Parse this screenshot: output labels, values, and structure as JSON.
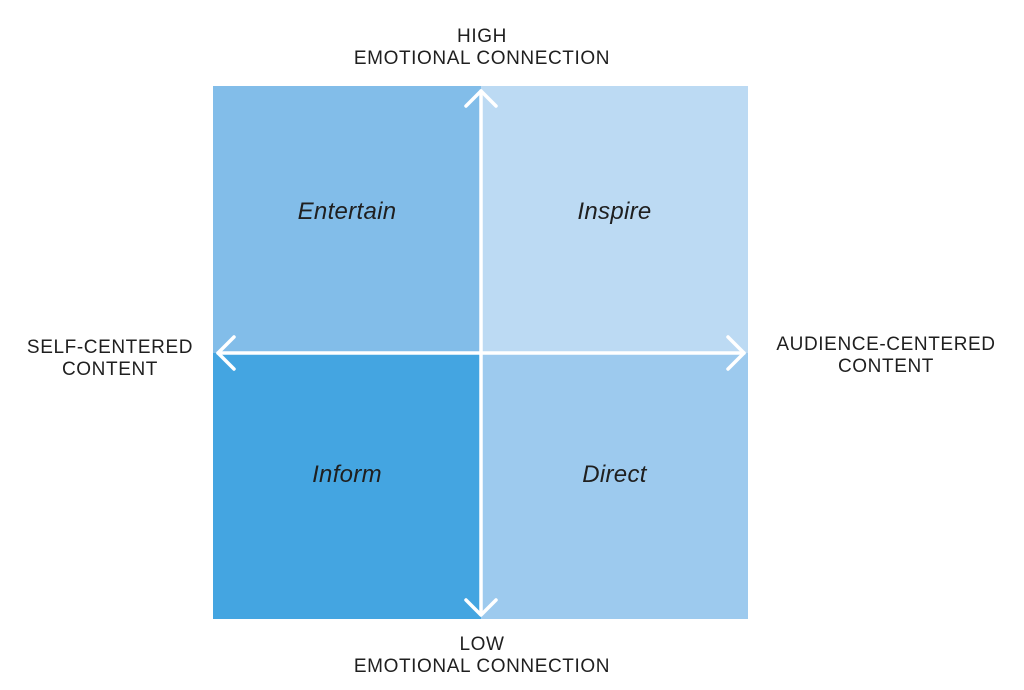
{
  "axes": {
    "top": {
      "line1": "HIGH",
      "line2": "EMOTIONAL CONNECTION"
    },
    "bottom": {
      "line1": "LOW",
      "line2": "EMOTIONAL CONNECTION"
    },
    "left": {
      "line1": "SELF-CENTERED",
      "line2": "CONTENT"
    },
    "right": {
      "line1": "AUDIENCE-CENTERED",
      "line2": "CONTENT"
    }
  },
  "quadrants": {
    "top_left": {
      "label": "Entertain",
      "color": "#82BDE9"
    },
    "top_right": {
      "label": "Inspire",
      "color": "#BCDAF3"
    },
    "bottom_left": {
      "label": "Inform",
      "color": "#44A5E1"
    },
    "bottom_right": {
      "label": "Direct",
      "color": "#9DCAEE"
    }
  },
  "colors": {
    "axis": "#FFFFFF",
    "text": "#1F1F1F"
  }
}
